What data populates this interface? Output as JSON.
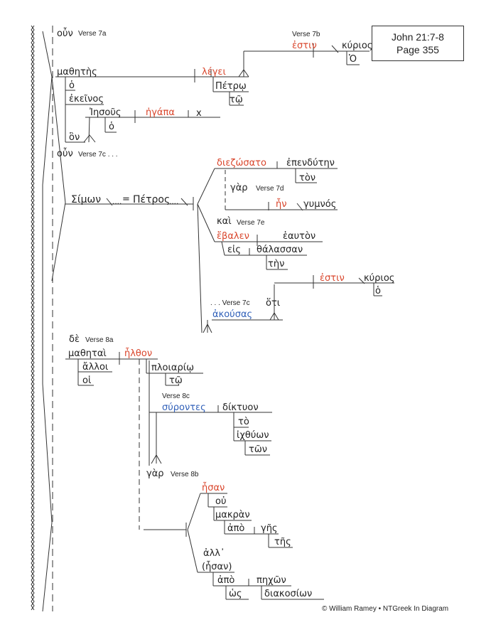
{
  "reference": {
    "passage": "John 21:7-8",
    "page": "Page 355"
  },
  "credit": "© William Ramey • NTGreek In Diagram",
  "colors": {
    "verb": "#d9452b",
    "participle": "#2f5fb8",
    "line": "#333333"
  },
  "verse_labels": {
    "v7a": "Verse 7a",
    "v7b": "Verse 7b",
    "v7c": "Verse 7c . . .",
    "v7d": "Verse 7d",
    "v7e": "Verse 7e",
    "v7c_b": ". . . Verse 7c",
    "v8a": "Verse 8a",
    "v8c": "Verse 8c",
    "v8b": "Verse 8b"
  },
  "words": {
    "oun_a": "οὖν",
    "estin_top": "ἐστιν",
    "kyrios_top": "κύριος",
    "ho_top": "Ὁ",
    "mathetes": "μαθητὴς",
    "legei": "λέγει",
    "ho_a": "ὁ",
    "petro": "Πέτρῳ",
    "ekeinos": "ἐκεῖνος",
    "to_a": "τῷ",
    "iesous": "Ἰησοῦς",
    "egapa": "ἠγάπα",
    "x_mark": "x",
    "ho_b": "ὁ",
    "hon": "ὃν",
    "oun_c": "οὖν",
    "diezosato": "διεζώσατο",
    "ependyten": "ἐπενδύτην",
    "ton": "τὸν",
    "gar_d": "γὰρ",
    "simon": "Σίμων",
    "equals": "=",
    "petros": "Πέτρος",
    "en": "ἦν",
    "gymnos": "γυμνός",
    "kai": "καὶ",
    "ebalen": "ἔβαλεν",
    "heauton": "ἑαυτὸν",
    "eis": "εἰς",
    "thalassan": "θάλασσαν",
    "ten": "τὴν",
    "estin_mid": "ἐστιν",
    "kyrios_mid": "κύριος",
    "ho_mid": "ὁ",
    "hoti": "ὅτι",
    "akousas": "ἀκούσας",
    "de": "δὲ",
    "mathetai": "μαθηταὶ",
    "elthon": "ἦλθον",
    "alloi": "ἄλλοι",
    "ploiario": "πλοιαρίῳ",
    "hoi": "οἱ",
    "to_b": "τῷ",
    "syrontes": "σύροντες",
    "diktyon": "δίκτυον",
    "to_net": "τὸ",
    "ichthyon": "ἰχθύων",
    "ton_fish": "τῶν",
    "gar_b": "γὰρ",
    "esan": "ἦσαν",
    "ou": "οὐ",
    "makran": "μακρὰν",
    "apo_a": "ἀπὸ",
    "ges": "γῆς",
    "tes": "τῆς",
    "all": "ἀλλ᾽",
    "esan_paren": "(ἦσαν)",
    "apo_b": "ἀπὸ",
    "pechon": "πηχῶν",
    "hos": "ὡς",
    "diakosion": "διακοσίων"
  }
}
